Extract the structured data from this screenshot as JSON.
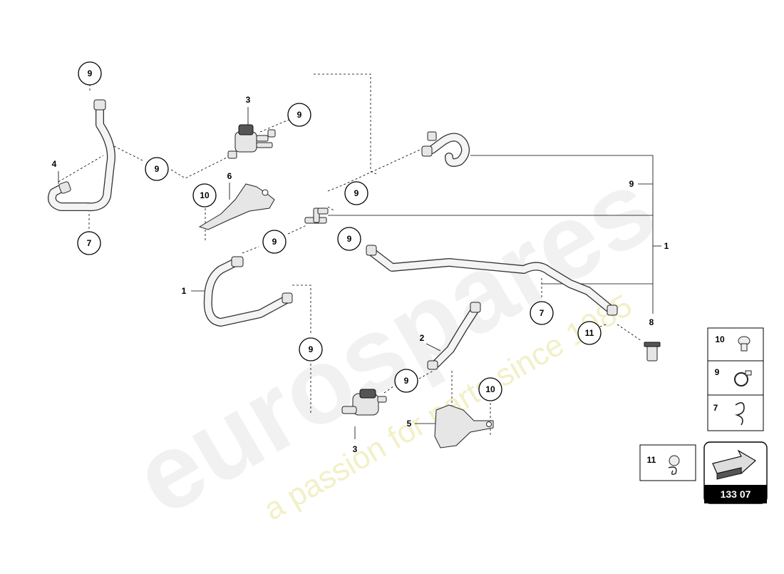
{
  "watermark": {
    "brand": "eurospares",
    "tagline": "a passion for parts since 1985"
  },
  "callouts": {
    "c_9_top": "9",
    "c_7_left": "7",
    "c_9_left": "9",
    "c_10_upper": "10",
    "c_9_upper_mid": "9",
    "c_9_mid_a": "9",
    "c_9_mid_b": "9",
    "c_9_mid_c": "9",
    "c_9_lower_left": "9",
    "c_9_lower": "9",
    "c_10_lower": "10",
    "c_7_right": "7",
    "c_11_right": "11"
  },
  "labels": {
    "l_4": "4",
    "l_3_top": "3",
    "l_6": "6",
    "l_1_left": "1",
    "l_2": "2",
    "l_5": "5",
    "l_3_bottom": "3",
    "l_9_right": "9",
    "l_1_right": "1",
    "l_8": "8"
  },
  "legend": {
    "rows": [
      {
        "number": "10",
        "icon": "grommet-icon"
      },
      {
        "number": "9",
        "icon": "hose-clamp-icon"
      },
      {
        "number": "7",
        "icon": "clip-icon"
      }
    ],
    "extra": {
      "number": "11",
      "icon": "clip-holder-icon"
    }
  },
  "reference": {
    "code": "133 07",
    "icon": "arrow-icon"
  }
}
